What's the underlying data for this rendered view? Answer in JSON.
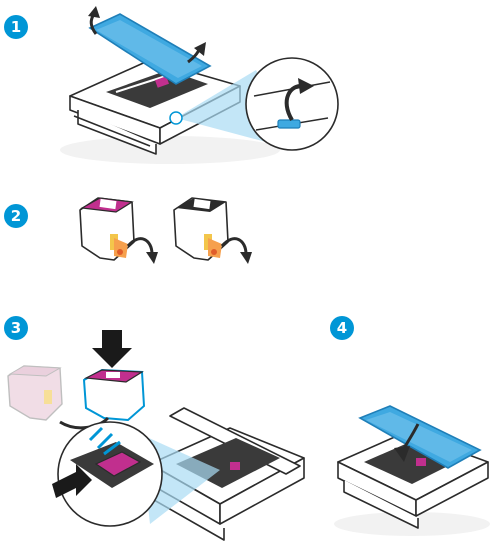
{
  "colors": {
    "accent": "#0096d6",
    "lid": "#3fa9e1",
    "lid_dark": "#1f7fb8",
    "highlight": "#a9dcf4",
    "outline": "#2b2b2b",
    "magenta": "#c12f8e",
    "label_orange": "#f6a04d",
    "contacts_gold": "#f3c64b",
    "ghost_cartridge": "#f1dde6"
  },
  "steps": [
    {
      "number": "1",
      "illustration": "open-printer-lid"
    },
    {
      "number": "2",
      "illustration": "remove-cartridge-tape"
    },
    {
      "number": "3",
      "illustration": "insert-cartridge"
    },
    {
      "number": "4",
      "illustration": "close-printer-lid"
    }
  ]
}
